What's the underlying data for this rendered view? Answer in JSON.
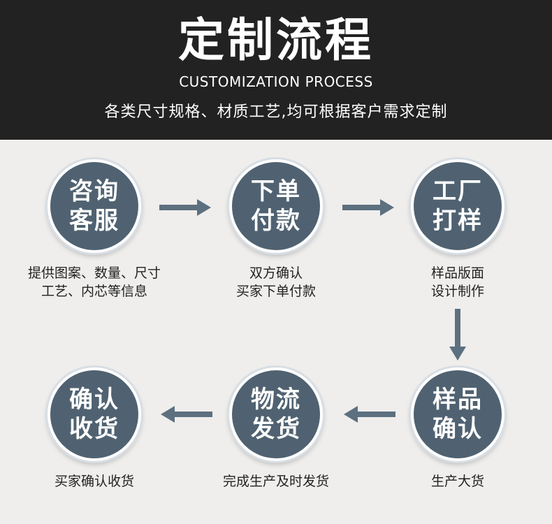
{
  "header": {
    "title": "定制流程",
    "subtitle": "CUSTOMIZATION PROCESS",
    "tagline": "各类尺寸规格、材质工艺,均可根据客户需求定制"
  },
  "steps": [
    {
      "line1": "咨询",
      "line2": "客服",
      "desc1": "提供图案、数量、尺寸",
      "desc2": "工艺、内芯等信息"
    },
    {
      "line1": "下单",
      "line2": "付款",
      "desc1": "双方确认",
      "desc2": "买家下单付款"
    },
    {
      "line1": "工厂",
      "line2": "打样",
      "desc1": "样品版面",
      "desc2": "设计制作"
    },
    {
      "line1": "样品",
      "line2": "确认",
      "desc1": "生产大货",
      "desc2": ""
    },
    {
      "line1": "物流",
      "line2": "发货",
      "desc1": "完成生产及时发货",
      "desc2": ""
    },
    {
      "line1": "确认",
      "line2": "收货",
      "desc1": "买家确认收货",
      "desc2": ""
    }
  ],
  "colors": {
    "header_bg": "#222222",
    "body_bg": "#efeeec",
    "circle_fill": "#506271",
    "arrow": "#5d7080"
  }
}
